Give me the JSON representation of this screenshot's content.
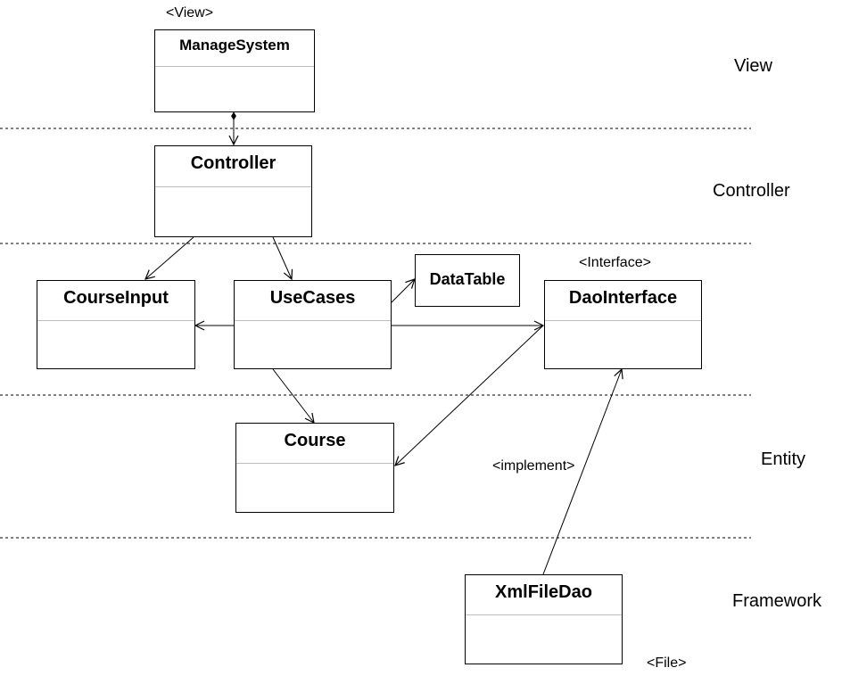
{
  "classes": {
    "manage_system": {
      "name": "ManageSystem",
      "stereotype": "<View>"
    },
    "controller": {
      "name": "Controller"
    },
    "course_input": {
      "name": "CourseInput"
    },
    "use_cases": {
      "name": "UseCases"
    },
    "data_table": {
      "name": "DataTable"
    },
    "dao_interface": {
      "name": "DaoInterface",
      "stereotype": "<Interface>"
    },
    "course": {
      "name": "Course"
    },
    "xml_file_dao": {
      "name": "XmlFileDao",
      "stereotype": "<File>"
    }
  },
  "relations": {
    "implement_label": "<implement>"
  },
  "layers": {
    "view": "View",
    "controller": "Controller",
    "entity": "Entity",
    "framework": "Framework"
  },
  "colors": {
    "line": "#000000",
    "separator": "#000000",
    "compartment_divider": "#bdbdbd"
  }
}
